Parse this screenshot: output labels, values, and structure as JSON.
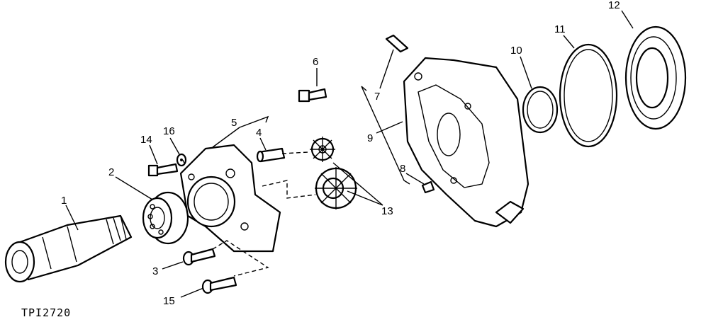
{
  "figure_ref": "TPI2720",
  "callouts": [
    "1",
    "2",
    "3",
    "4",
    "5",
    "6",
    "7",
    "8",
    "9",
    "10",
    "11",
    "12",
    "13",
    "14",
    "15",
    "16"
  ]
}
